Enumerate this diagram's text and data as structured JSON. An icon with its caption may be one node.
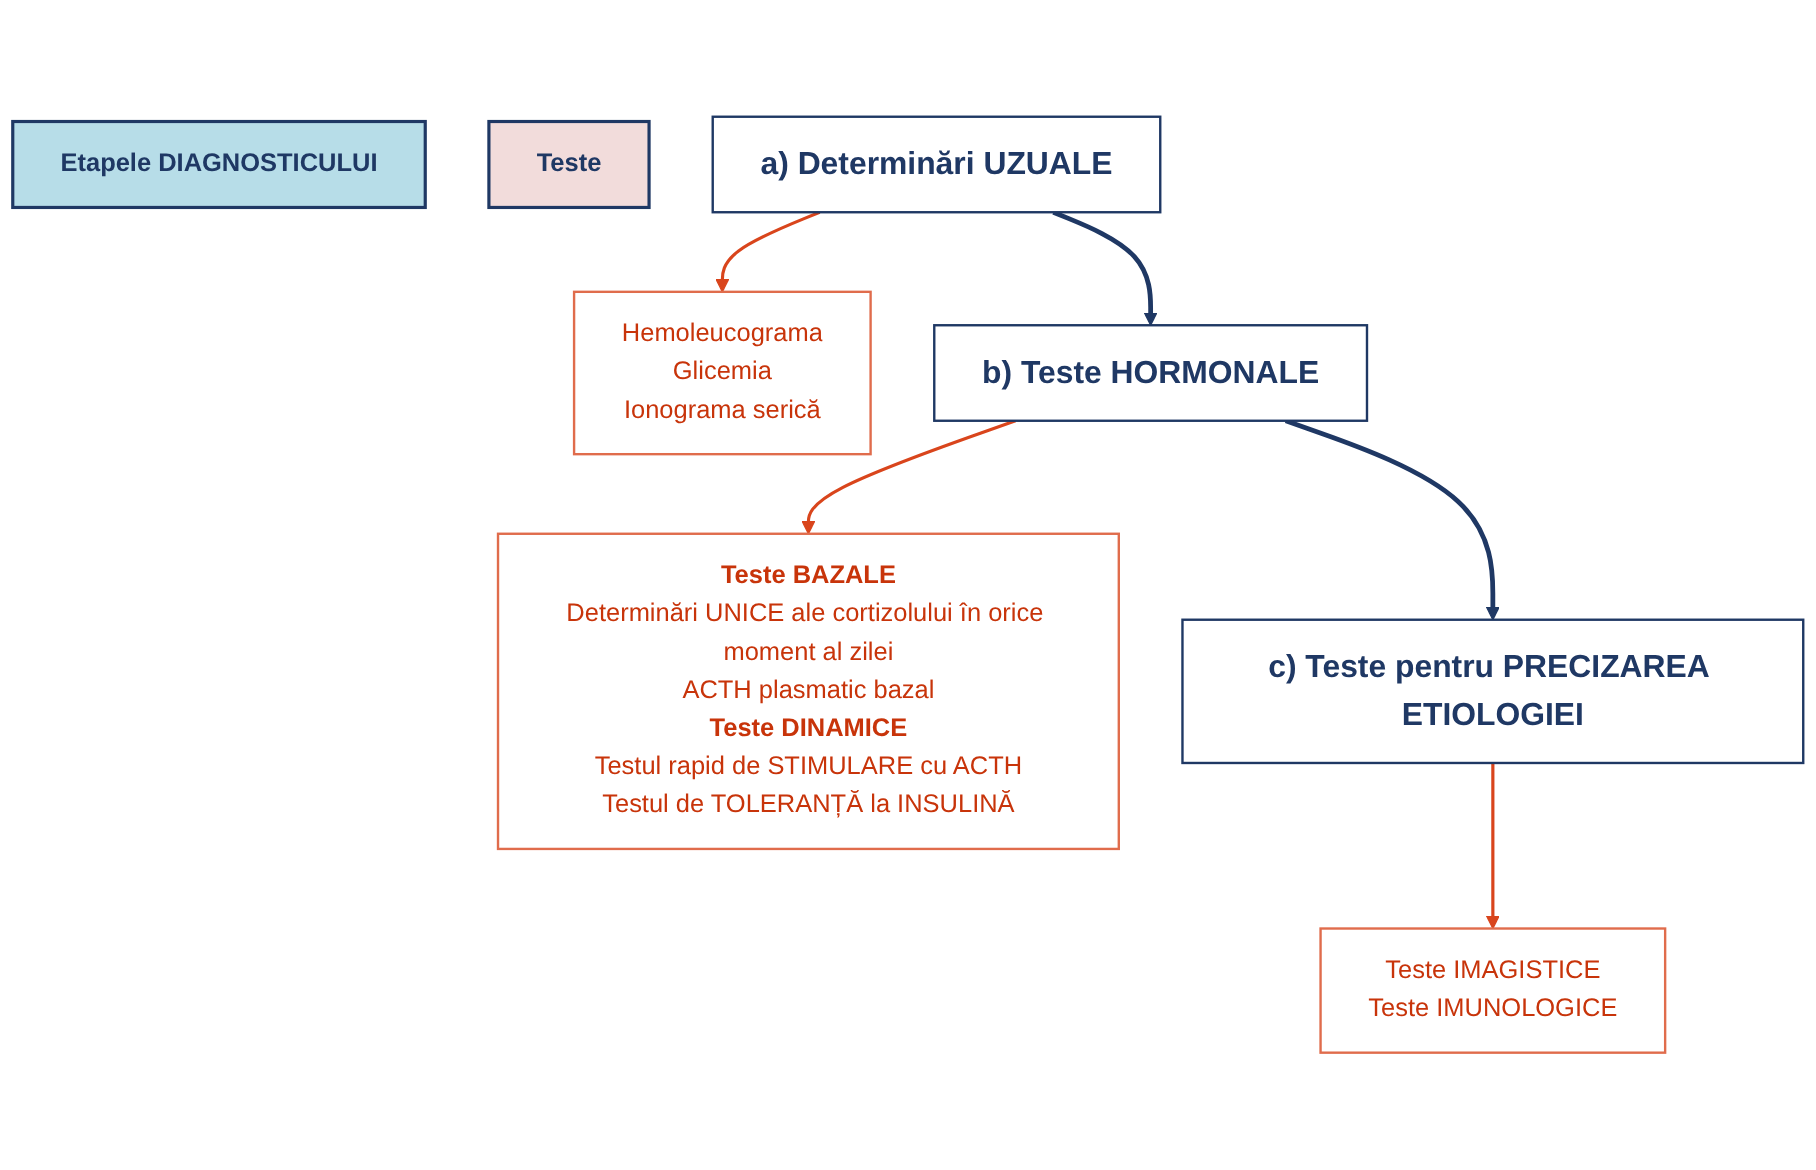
{
  "diagram": {
    "nodes": [
      {
        "text": [
          "Etapele DIAGNOSTICULUI"
        ]
      },
      {
        "text": [
          "Teste"
        ]
      },
      {
        "text": [
          "a) Determinări UZUALE"
        ]
      },
      {
        "text": [
          "Hemoleucograma",
          "Glicemia",
          "Ionograma serică"
        ]
      },
      {
        "text": [
          "b) Teste HORMONALE"
        ]
      },
      {
        "text": [
          "Teste BAZALE",
          "Determinări UNICE ale cortizolului în orice moment al zilei",
          "ACTH plasmatic bazal",
          "Teste DINAMICE",
          "Testul rapid de STIMULARE cu ACTH",
          "Testul de TOLERANȚĂ la INSULINĂ"
        ]
      },
      {
        "text": [
          "c) Teste pentru PRECIZAREA ETIOLOGIEI"
        ]
      },
      {
        "text": [
          "Teste IMAGISTICE",
          "Teste IMUNOLOGICE"
        ]
      }
    ],
    "edges": [
      {
        "from": 2,
        "to": 3,
        "arrow": "to"
      },
      {
        "from": 2,
        "to": 4,
        "arrow": "to",
        "color": "#1f3864"
      },
      {
        "from": 4,
        "to": 5,
        "arrow": "to"
      },
      {
        "from": 4,
        "to": 6,
        "arrow": "to",
        "color": "#1f3864"
      },
      {
        "from": 6,
        "to": 7,
        "arrow": "to"
      }
    ]
  }
}
